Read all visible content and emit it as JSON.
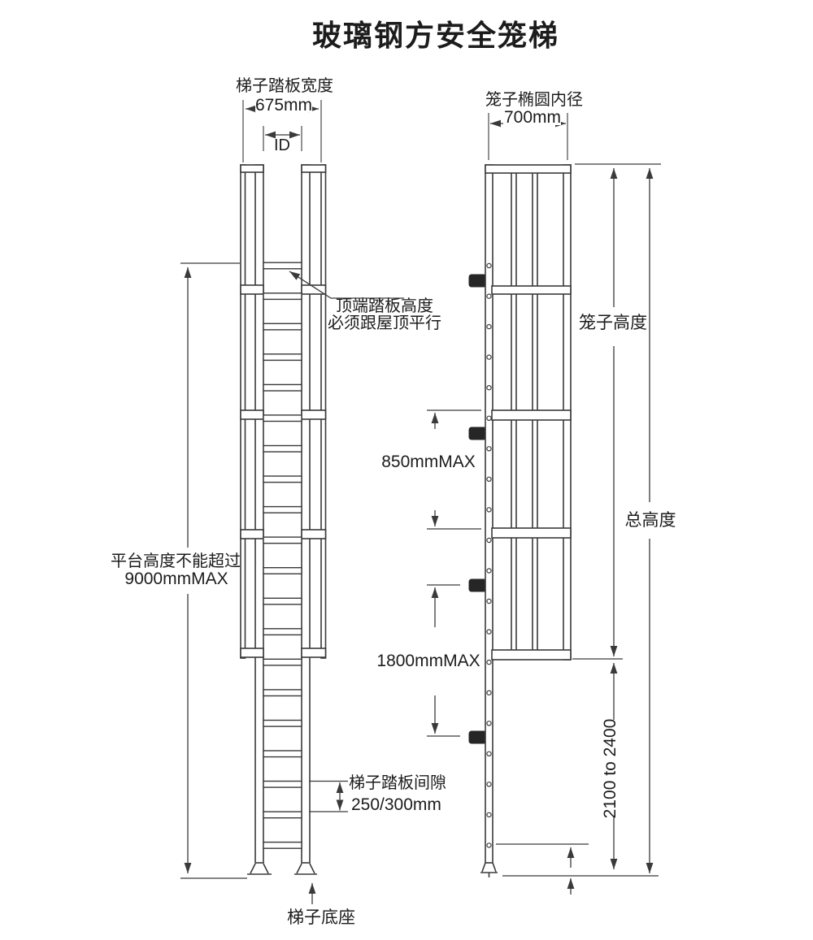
{
  "title": "玻璃钢方安全笼梯",
  "front_view": {
    "tread_width": {
      "label": "梯子踏板宽度",
      "value": "675mm"
    },
    "inner_width": {
      "label": "ID"
    },
    "top_rung_note": {
      "line1": "顶端踏板高度",
      "line2": "必须跟屋顶平行"
    },
    "platform_height": {
      "line1": "平台高度不能超过",
      "line2": "9000mmMAX"
    },
    "rung_gap": {
      "label": "梯子踏板间隙",
      "value": "250/300mm"
    },
    "base": {
      "label": "梯子底座"
    }
  },
  "side_view": {
    "cage_inner_diameter": {
      "label": "笼子椭圆内径",
      "value": "700mm"
    },
    "cage_height": {
      "label": "笼子高度"
    },
    "total_height": {
      "label": "总高度"
    },
    "hoop_spacing": {
      "value": "850mmMAX"
    },
    "bracket_spacing": {
      "value": "1800mmMAX"
    },
    "cage_bottom_to_ground": {
      "value": "2100 to 2400"
    }
  },
  "colors": {
    "line": "#3a3a3a",
    "text": "#1c1c1c",
    "bracket_fill": "#262626",
    "background": "#ffffff"
  }
}
